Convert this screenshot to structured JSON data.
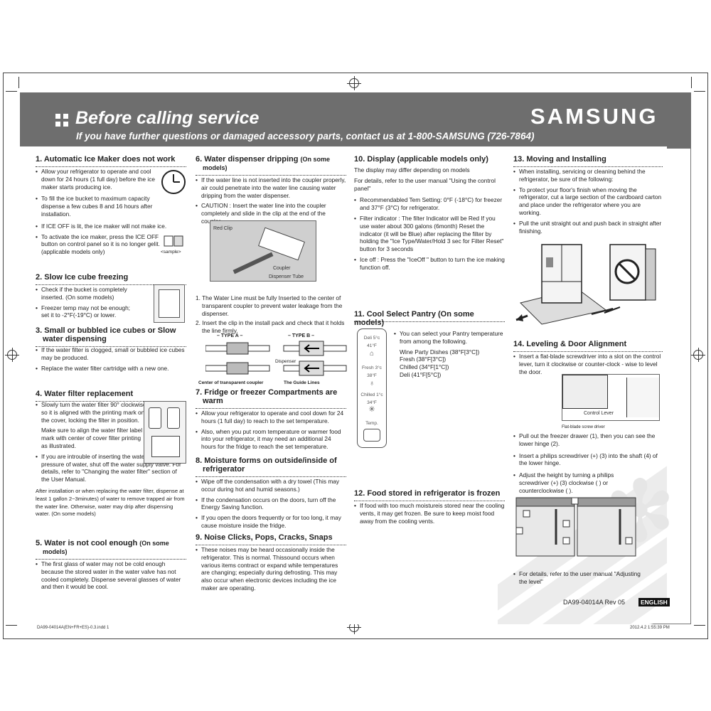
{
  "header": {
    "title": "Before calling service",
    "subtitle": "If you have further questions or damaged accessory parts, contact us at 1-800-SAMSUNG (726-7864)",
    "brand": "SAMSUNG"
  },
  "sections": {
    "s1": {
      "heading": "1.  Automatic Ice Maker does not work",
      "b1": "Allow your refrigerator to operate and cool down for 24 hours (1 full day) before the ice maker starts producing ice.",
      "b2": "To fill the ice bucket to maximum capacity dispense a few cubes 8 and 16 hours after installation.",
      "b3": "If ICE OFF is lit, the ice maker will not make ice.",
      "b4": "To activate the ice maker, press the ICE OFF button on control panel so it is no longer gelit. (applicable models only)",
      "sample": "<sample>"
    },
    "s2": {
      "heading": "2.  Slow Ice cube freezing",
      "b1": "Check if the bucket is completely inserted. (On some models)",
      "b2": "Freezer temp may not be enough; set it to -2°F(-19°C) or lower."
    },
    "s3": {
      "heading": "3.  Small or bubbled ice cubes or Slow water dispensing",
      "b1": "If the water filter is clogged, small or bubbled ice cubes may be produced.",
      "b2": "Replace the water filter cartridge with a new one."
    },
    "s4": {
      "heading": "4.  Water filter replacement",
      "b1": "Slowly turn the water filter 90° clockwise so it is aligned with the printing mark on the cover, locking the filter in position.",
      "p1": "Make sure to align the water filter label mark with center of cover filter printing as illustrated.",
      "b2": "If you are introuble of inserting the water filter as high pressure of water, shut off the water supply valve. For details, refer to \"Changing the water filter\" section of the User Manual.",
      "p2": "After installation or when replacing the water filter, dispense at least 1 gallon 2~3minutes) of water to remove trapped air from the water line. Otherwise, water may drip after dispensing water. (On some models)"
    },
    "s5": {
      "heading": "5.  Water is not cool enough",
      "heading_note": "(On some models)",
      "b1": "The first glass of water may not be cold enough because the stored water in the water valve has not cooled completely. Dispense several glasses of water and then it would be cool."
    },
    "s6": {
      "heading": "6.  Water dispenser dripping",
      "heading_note": "(On some models)",
      "b1": "If the water line is not inserted into the coupler properly, air could penetrate into the water line causing water dripping from the water dispenser.",
      "b2": "CAUTION : Insert the water line into the coupler completely and slide in the clip at the end of the coupler.",
      "n1": "1. The Water Line must be fully Inserted to the center of transparent coupler to prevent water leakage from the dispenser.",
      "n2": "2. Insert the clip in the install pack and check that it holds the line firmly.",
      "type_a": "– TYPE A –",
      "type_b": "– TYPE B –",
      "cap_center": "Center of transparent coupler",
      "cap_guide": "The Guide Lines",
      "cap_dispenser": "Dispenser",
      "cap_red_clip": "Red Clip",
      "cap_coupler": "Coupler",
      "cap_tube": "Dispenser Tube"
    },
    "s7": {
      "heading": "7.  Fridge or freezer Compartments are warm",
      "b1": "Allow your refrigerator to operate and cool down for 24 hours (1 full day) to reach to the set temperature.",
      "b2": "Also, when you put room temperature or warmer food into your refrigerator, it may need an additional 24 hours for the fridge to reach the set temperature."
    },
    "s8": {
      "heading": "8.  Moisture forms on outside/inside of refrigerator",
      "b1": "Wipe off the condensation with a dry towel (This may occur during hot and humid seasons.)",
      "b2": "If the condensation occurs on the doors, turn off the Energy Saving function.",
      "b3": "If you open the doors frequently or for too long, it may cause moisture inside the fridge."
    },
    "s9": {
      "heading": "9.  Noise Clicks, Pops, Cracks, Snaps",
      "b1": "These noises may be heard occasionally inside the refrigerator. This is normal. Thissound occurs when various items contract or expand while temperatures are changing; especially during defrosting. This may also occur when electronic devices including the ice maker are operating."
    },
    "s10": {
      "heading": "10.  Display (applicable models only)",
      "p1": "The display may differ depending on models",
      "p2": "For details, refer to the user manual \"Using the control panel\"",
      "b1": "Recommendabled Tem Setting: 0°F (-18°C) for freezer and 37°F (3°C) for refrigerator.",
      "b2": "Filter indicator : The filter Indicator will be Red If you use water about 300 galons (6month) Reset the indicator (it will be Blue) after replacing the filter by holding the \"Ice Type/Water/Hold 3 sec for Filter Reset\" button for 3 seconds",
      "b3": "Ice off : Press the \"IceOff \" button to turn the ice making function off."
    },
    "s11": {
      "heading": "11.  Cool Select Pantry (On some models)",
      "b1": "You can select your Pantry temperature from among the following.",
      "opt1": "Wine Party Dishes (38°F[3°C])",
      "opt2": "Fresh (38°F[3°C])",
      "opt3": "Chilled (34°F[1°C])",
      "opt4": "Deli (41°F[5°C])",
      "panel_deli": "Deli 5°c 41°F",
      "panel_fresh": "Fresh 3°c 38°F",
      "panel_chilled": "Chilled 1°c 34°F",
      "panel_temp": "Temp."
    },
    "s12": {
      "heading": "12.  Food stored in refrigerator is frozen",
      "b1": "If food with too much moistureis stored near the cooling vents, it may get frozen. Be sure to keep moist food away from the cooling vents."
    },
    "s13": {
      "heading": "13.  Moving and Installing",
      "b1": "When installing, servicing or cleaning behind the refrigerator, be sure of the following:",
      "b2": "To protect your floor's finish when moving the refrigerator, cut a large section of the cardboard carton and place under the refrigerator where you are working.",
      "b3": "Pull the unit straight out and push back in straight after finishing."
    },
    "s14": {
      "heading": "14.  Leveling & Door Alignment",
      "b1": "Insert a flat-blade screwdriver into a slot on the control lever, turn it clockwise or counter-clock - wise to level the door.",
      "cap_lever": "Control Lever",
      "cap_driver": "Flat-blade screw driver",
      "b2": "Pull out the freezer drawer (1), then you can see the lower hinge (2).",
      "b3": "Insert a philips screwdriver (+) (3) into the shaft (4) of the lower hinge.",
      "b4": "Adjust the height by turning a philips screwdriver (+) (3) clockwise ( ) or counterclockwise ( ).",
      "b5": "For details, refer to the user manual \"Adjusting the level\""
    }
  },
  "footer": {
    "part_no": "DA99-04014A  Rev 05",
    "language": "ENGLISH",
    "file": "DA99-04014A(EN+FR+ES)-0.3.indd   1",
    "date": "2012.4.2   1:55:39 PM"
  }
}
